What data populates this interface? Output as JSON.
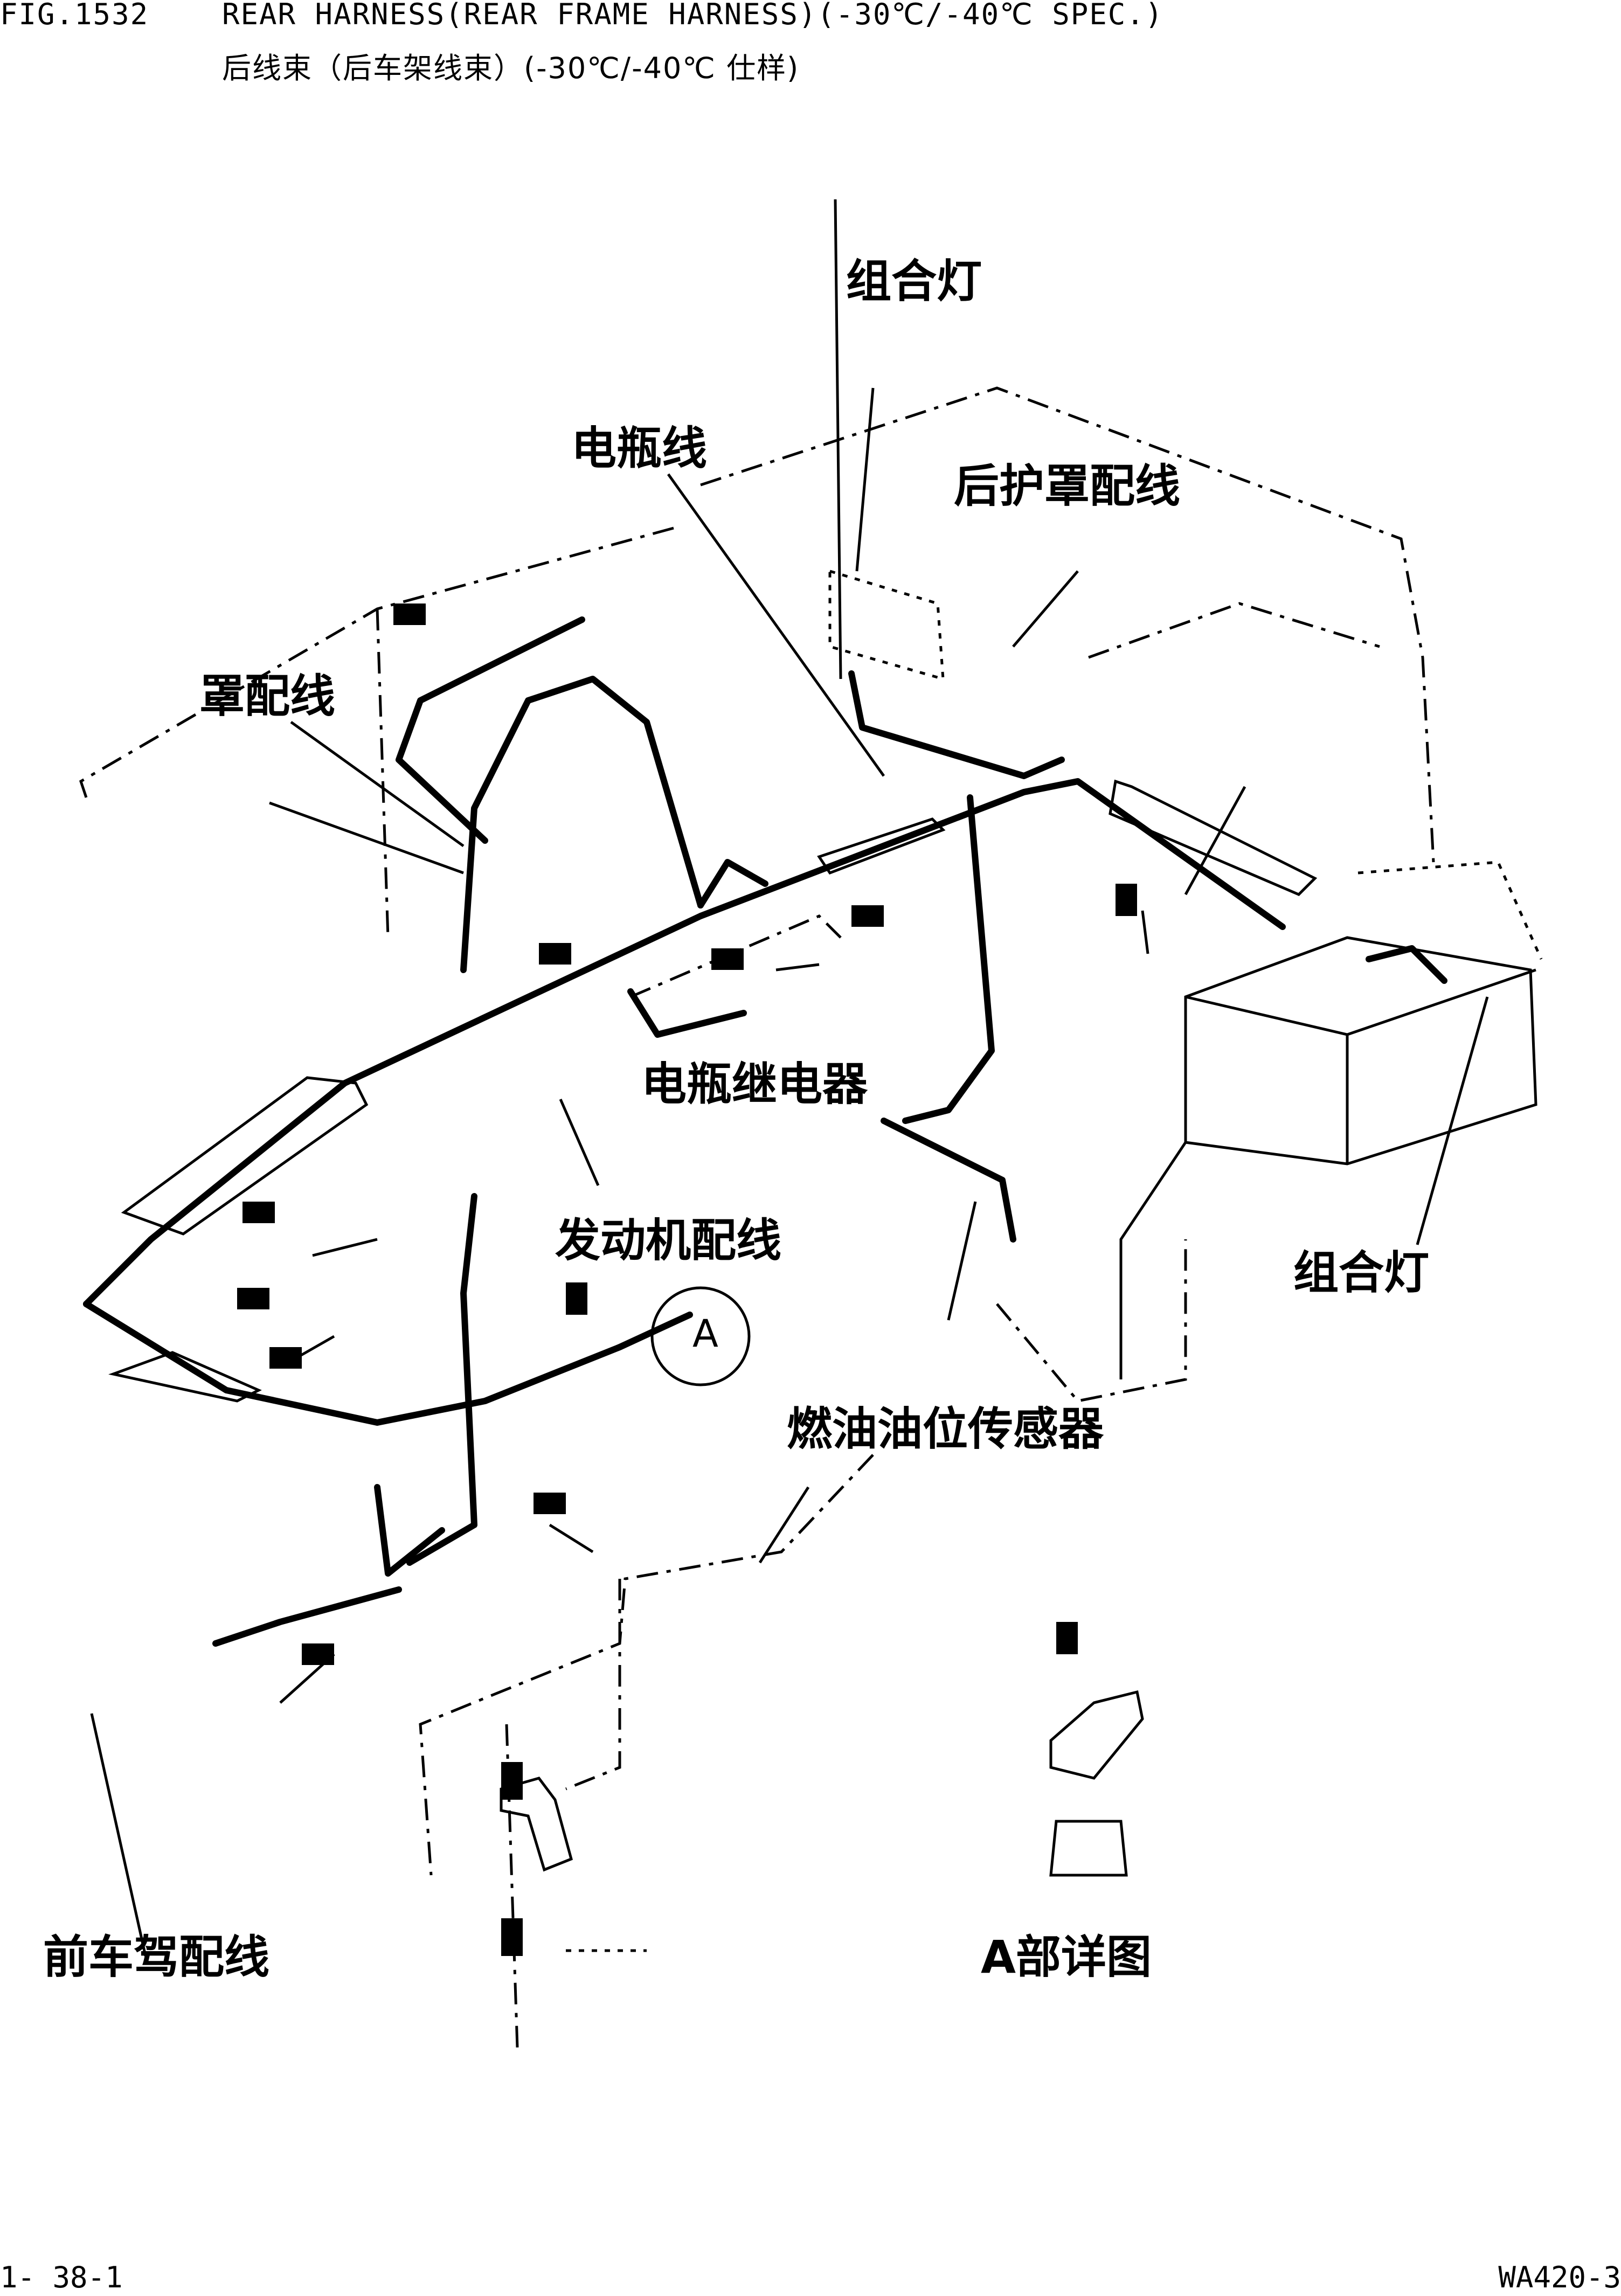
{
  "header": {
    "fig_no": "FIG.1532",
    "title_en": "REAR HARNESS(REAR FRAME HARNESS)(-30℃/-40℃ SPEC.)",
    "title_zh": "后线束（后车架线束）(-30℃/-40℃ 仕样)"
  },
  "callouts": {
    "combination_lamp_top": "组合灯",
    "battery_cable": "电瓶线",
    "rear_guard_wiring": "后护罩配线",
    "guard_wiring": "罩配线",
    "battery_relay": "电瓶继电器",
    "engine_wiring": "发动机配线",
    "combination_lamp_right": "组合灯",
    "fuel_level_sensor": "燃油油位传感器",
    "front_frame_wiring": "前车驾配线",
    "detail_a": "A部详图",
    "circle_a": "A"
  },
  "footer": {
    "page_no": "1- 38-1",
    "model_no": "WA420-3"
  }
}
